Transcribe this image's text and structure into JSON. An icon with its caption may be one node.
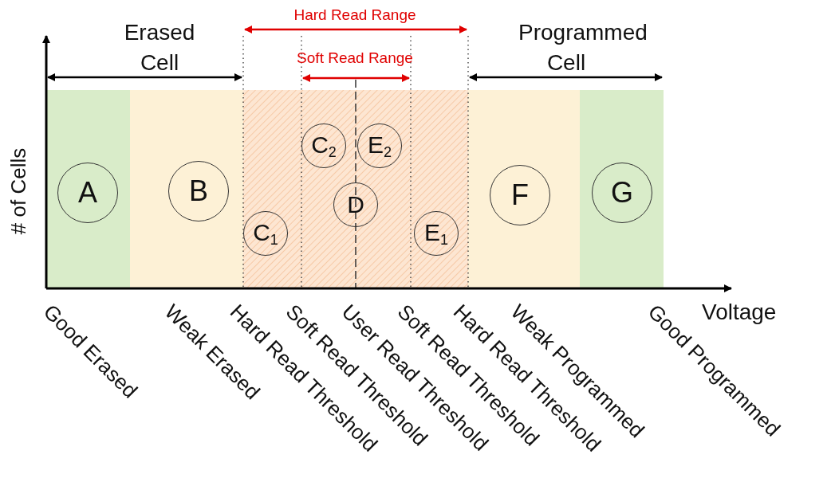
{
  "diagram": {
    "nodes": [
      {
        "text": [
          "A"
        ]
      },
      {
        "text": [
          "B"
        ]
      },
      {
        "text": [
          "C$_{1}$"
        ]
      },
      {
        "text": [
          "C$_{2}$"
        ]
      },
      {
        "text": [
          "D"
        ]
      },
      {
        "text": [
          "E$_{2}$"
        ]
      },
      {
        "text": [
          "E$_{1}$"
        ]
      },
      {
        "text": [
          "F"
        ]
      },
      {
        "text": [
          "G"
        ]
      }
    ],
    "labels": [
      "Erased Cell",
      "Hard Read Range",
      "Programmed Cell",
      "Soft Read Range",
      "# of Cells",
      "Voltage",
      "Good Erased",
      "Weak Erased",
      "Hard Read Threshold",
      "Soft Read Threshold",
      "User Read Threshold",
      "Soft Read Threshold",
      "Hard Read Threshold",
      "Weak Programmed",
      "Good Programmed"
    ]
  }
}
